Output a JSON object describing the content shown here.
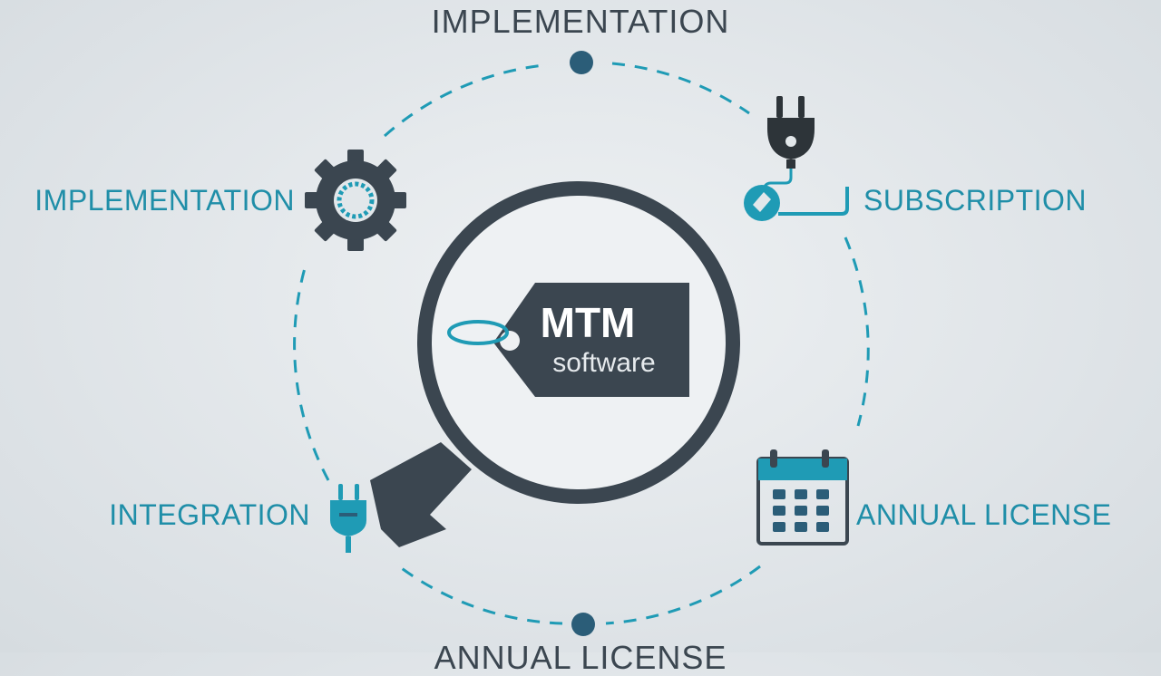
{
  "labels": {
    "top": "IMPLEMENTATION",
    "left_top": "IMPLEMENTATION",
    "right_top": "SUBSCRIPTION",
    "left_bottom": "INTEGRATION",
    "right_bottom": "ANNUAL LICENSE",
    "bottom": "ANNUAL LICENSE"
  },
  "tag": {
    "brand": "MTM",
    "product": "software"
  },
  "icons": [
    "gear-icon",
    "plug-icon",
    "calendar-icon",
    "magnifier-icon",
    "price-tag-icon"
  ],
  "colors": {
    "accent": "#1f9bb5",
    "dark": "#3b4650",
    "background": "#e2e7ea"
  }
}
